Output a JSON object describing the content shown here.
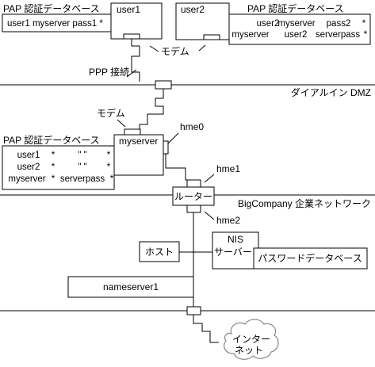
{
  "labels": {
    "pap_db_top_left": "PAP 認証データベース",
    "pap_db_top_right": "PAP 認証データベース",
    "pap_db_mid": "PAP 認証データベース",
    "modem_top": "モデム",
    "modem_mid": "モデム",
    "ppp_link": "PPP 接続",
    "dialin_dmz": "ダイアルイン DMZ",
    "corp_network": "BigCompany 企業ネットワーク",
    "hme0": "hme0",
    "hme1": "hme1",
    "hme2": "hme2"
  },
  "nodes": {
    "user1": "user1",
    "user2": "user2",
    "myserver": "myserver",
    "router": "ルーター",
    "host": "ホスト",
    "nis_line1": "NIS",
    "nis_line2": "サーバー",
    "password_db": "パスワードデータベース",
    "nameserver1": "nameserver1",
    "internet_line1": "インター",
    "internet_line2": "ネット"
  },
  "db_user1": {
    "line1": "user1 myserver pass1 *"
  },
  "db_user2": {
    "rows": [
      [
        "user2",
        "myserver",
        "pass2",
        "*"
      ],
      [
        "myserver",
        "user2",
        "serverpass",
        "*"
      ]
    ]
  },
  "db_myserver": {
    "rows": [
      [
        "user1",
        "*",
        "\" \"",
        "*"
      ],
      [
        "user2",
        "*",
        "\" \"",
        "*"
      ],
      [
        "myserver",
        "*",
        "serverpass",
        "*"
      ]
    ]
  }
}
